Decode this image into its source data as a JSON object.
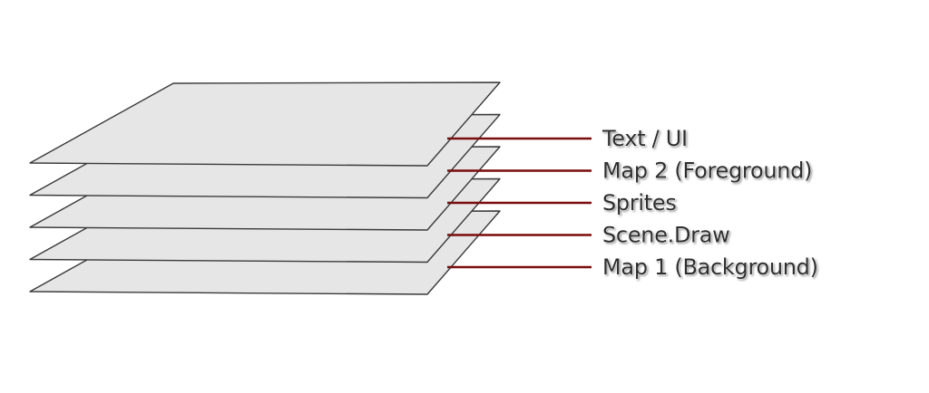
{
  "diagram": {
    "sheet_color": "#e6e6e6",
    "outline_color": "#3a3a3a",
    "leader_color": "#7a0c0c",
    "label_color": "#2d2d2d",
    "layers": [
      {
        "label": "Text / UI"
      },
      {
        "label": "Map 2 (Foreground)"
      },
      {
        "label": "Sprites"
      },
      {
        "label": "Scene.Draw"
      },
      {
        "label": "Map 1 (Background)"
      }
    ]
  }
}
